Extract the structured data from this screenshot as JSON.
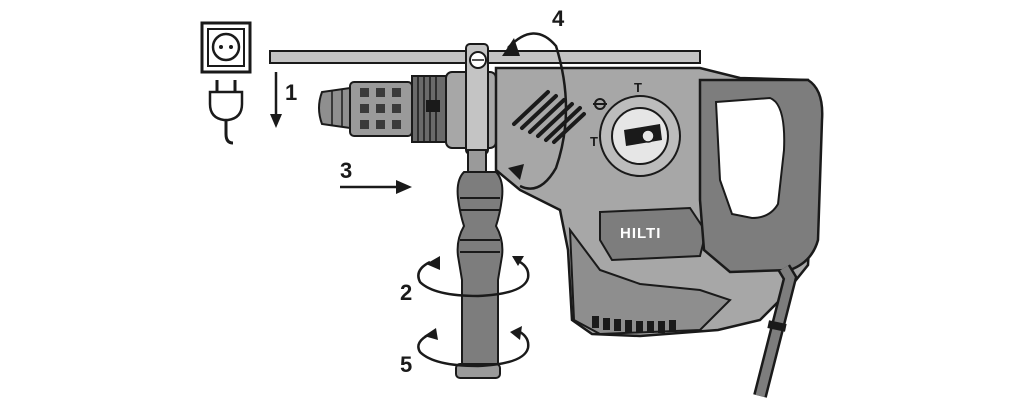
{
  "diagram": {
    "steps": [
      {
        "label": "1"
      },
      {
        "label": "2"
      },
      {
        "label": "3"
      },
      {
        "label": "4"
      },
      {
        "label": "5"
      }
    ],
    "brand": "HILTI",
    "mode_marks": {
      "hammer": "T",
      "rotary": "T"
    },
    "icons": [
      "wall-socket-icon",
      "power-plug-icon"
    ],
    "colors": {
      "body": "#a7a7a7",
      "grip": "#7d7d7d",
      "outline": "#1a1a1a",
      "bar": "#c4c4c4"
    }
  }
}
